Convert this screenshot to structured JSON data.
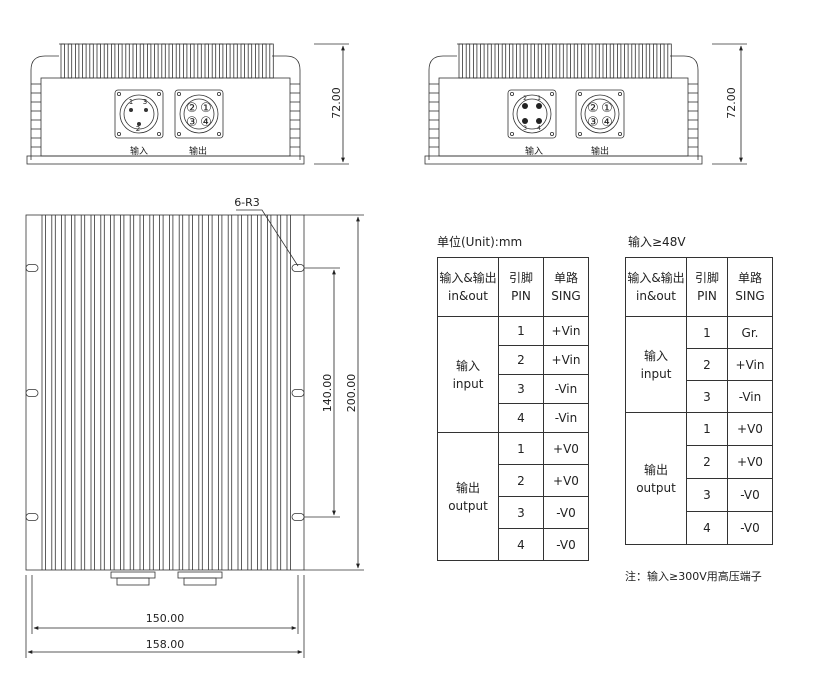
{
  "front_views": [
    {
      "connector_labels": [
        "输入",
        "输出"
      ],
      "input_pin_numbers": [
        "1",
        "3",
        "2"
      ],
      "output_pin_numbers": [
        "②",
        "①",
        "③",
        "④"
      ],
      "height_dim": "72.00"
    },
    {
      "connector_labels": [
        "输入",
        "输出"
      ],
      "input_pin_numbers": [
        "2",
        "1",
        "3",
        "4"
      ],
      "output_pin_numbers": [
        "②",
        "①",
        "③",
        "④"
      ],
      "height_dim": "72.00"
    }
  ],
  "top_view": {
    "hole_label": "6-R3",
    "dims": {
      "hole_spacing": "140.00",
      "height": "200.00",
      "hole_width": "150.00",
      "width": "158.00"
    }
  },
  "table1": {
    "caption": "单位(Unit):mm",
    "header": [
      "输入&输出\nin&out",
      "引脚\nPIN",
      "单路\nSING"
    ],
    "groups": [
      {
        "label": "输入\ninput",
        "rows": [
          [
            "1",
            "+Vin"
          ],
          [
            "2",
            "+Vin"
          ],
          [
            "3",
            "-Vin"
          ],
          [
            "4",
            "-Vin"
          ]
        ]
      },
      {
        "label": "输出\noutput",
        "rows": [
          [
            "1",
            "+V0"
          ],
          [
            "2",
            "+V0"
          ],
          [
            "3",
            "-V0"
          ],
          [
            "4",
            "-V0"
          ]
        ]
      }
    ]
  },
  "table2": {
    "caption": "输入≥48V",
    "header": [
      "输入&输出\nin&out",
      "引脚\nPIN",
      "单路\nSING"
    ],
    "groups": [
      {
        "label": "输入\ninput",
        "rows": [
          [
            "1",
            "Gr."
          ],
          [
            "2",
            "+Vin"
          ],
          [
            "3",
            "-Vin"
          ]
        ]
      },
      {
        "label": "输出\noutput",
        "rows": [
          [
            "1",
            "+V0"
          ],
          [
            "2",
            "+V0"
          ],
          [
            "3",
            "-V0"
          ],
          [
            "4",
            "-V0"
          ]
        ]
      }
    ],
    "note": "注：输入≥300V用高压端子"
  }
}
